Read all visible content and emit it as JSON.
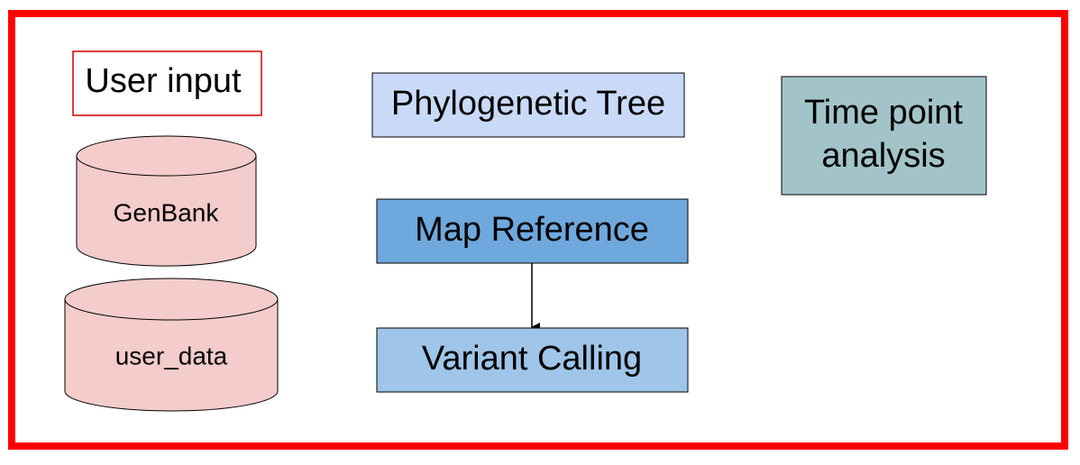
{
  "colors": {
    "frame_border": "#ff0000",
    "user_input_border": "#cc0000",
    "database_fill": "#f4cccc",
    "database_stroke": "#000000",
    "phylogenetic_tree_fill": "#c9daf8",
    "map_reference_fill": "#6fa8dc",
    "variant_calling_fill": "#9fc5e8",
    "time_point_fill": "#a2c4c9",
    "arrow": "#000000"
  },
  "labels": {
    "user_input": "User input",
    "genbank": "GenBank",
    "user_data": "user_data",
    "phylogenetic_tree": "Phylogenetic Tree",
    "map_reference": "Map Reference",
    "variant_calling": "Variant Calling",
    "time_point_line1": "Time point",
    "time_point_line2": "analysis"
  },
  "edges": [
    {
      "from": "map_reference",
      "to": "variant_calling"
    }
  ]
}
